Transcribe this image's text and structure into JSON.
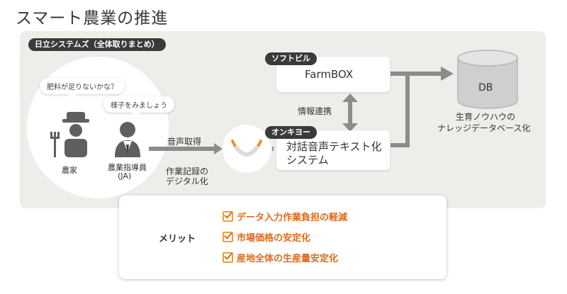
{
  "title": "スマート農業の推進",
  "panel_label": "日立システムズ（全体取りまとめ）",
  "farmer": {
    "bubble": "肥料が足りないかな？",
    "label": "農家"
  },
  "advisor": {
    "bubble": "様子をみましょう",
    "label": "農業指導員",
    "sublabel": "(JA)"
  },
  "flow": {
    "voice_capture": "音声取得",
    "digitization_line1": "作業記録の",
    "digitization_line2": "デジタル化",
    "info_link": "情報連携"
  },
  "softbill": {
    "company": "ソフトビル",
    "product": "FarmBOX"
  },
  "onkyo": {
    "company": "オンキヨー",
    "product_line1": "対話音声テキスト化",
    "product_line2": "システム"
  },
  "database": {
    "label": "DB",
    "caption_line1": "生育ノウハウの",
    "caption_line2": "ナレッジデータベース化"
  },
  "merit": {
    "label": "メリット",
    "items": [
      "データ入力作業負担の軽減",
      "市場価格の安定化",
      "産地全体の生産量安定化"
    ]
  },
  "colors": {
    "accent": "#e06a1a",
    "dark": "#3a3a3a",
    "arrow": "#8c8c8c",
    "panel": "#efedea"
  }
}
